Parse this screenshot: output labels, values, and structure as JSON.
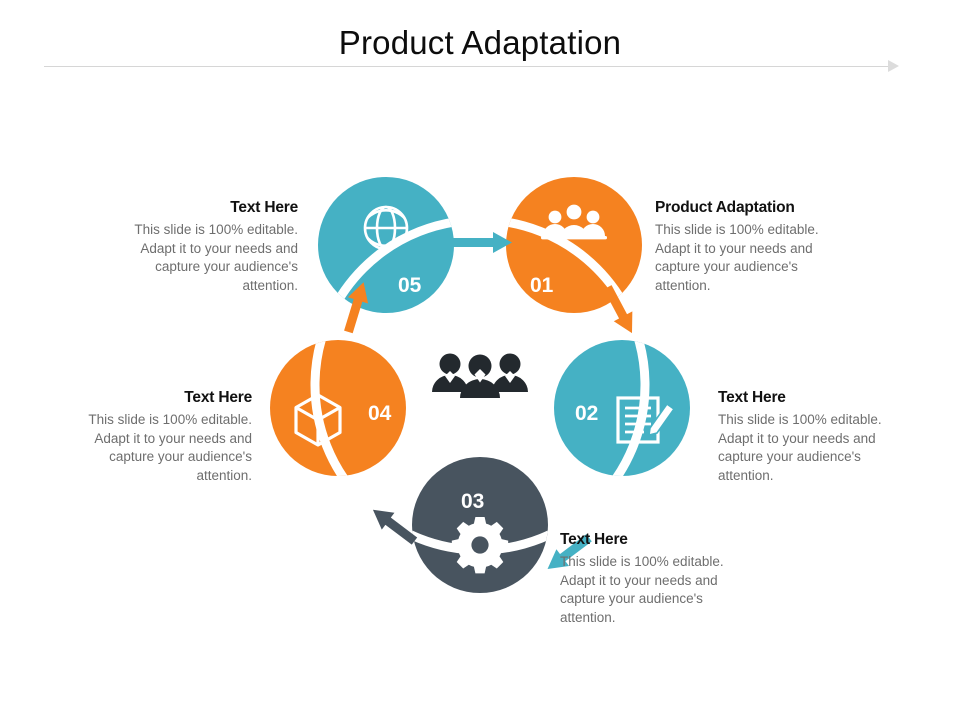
{
  "slide": {
    "title": "Product Adaptation",
    "divider_arrow_icon": "arrow-right-icon"
  },
  "colors": {
    "teal": "#45b1c4",
    "orange": "#f58220",
    "slate": "#48545f",
    "white": "#ffffff",
    "heading": "#111111",
    "body_text": "#6e6e6e",
    "rule": "#d6d6d6"
  },
  "center": {
    "icon": "people-group-icon"
  },
  "steps": [
    {
      "number": "01",
      "icon": "team-people-icon",
      "color": "#f58220",
      "heading": "Product Adaptation",
      "body": "This slide is 100% editable. Adapt it to your needs and capture your audience's attention.",
      "align": "left"
    },
    {
      "number": "02",
      "icon": "document-pencil-icon",
      "color": "#45b1c4",
      "heading": "Text Here",
      "body": "This slide is 100% editable. Adapt it to your needs and capture your audience's attention.",
      "align": "left"
    },
    {
      "number": "03",
      "icon": "gear-icon",
      "color": "#48545f",
      "heading": "Text Here",
      "body": "This slide is 100% editable. Adapt it to your needs and capture your audience's attention.",
      "align": "left"
    },
    {
      "number": "04",
      "icon": "cube-box-icon",
      "color": "#f58220",
      "heading": "Text Here",
      "body": "This slide is 100% editable. Adapt it to your needs and capture your audience's attention.",
      "align": "right"
    },
    {
      "number": "05",
      "icon": "globe-icon",
      "color": "#45b1c4",
      "heading": "Text Here",
      "body": "This slide is 100% editable. Adapt it to your needs and capture your audience's attention.",
      "align": "right"
    }
  ],
  "connectors": [
    {
      "name": "arrow-05-to-01",
      "color": "#45b1c4"
    },
    {
      "name": "arrow-01-to-02",
      "color": "#f58220"
    },
    {
      "name": "arrow-02-to-03",
      "color": "#45b1c4"
    },
    {
      "name": "arrow-03-to-04",
      "color": "#48545f"
    },
    {
      "name": "arrow-04-to-05",
      "color": "#f58220"
    }
  ]
}
